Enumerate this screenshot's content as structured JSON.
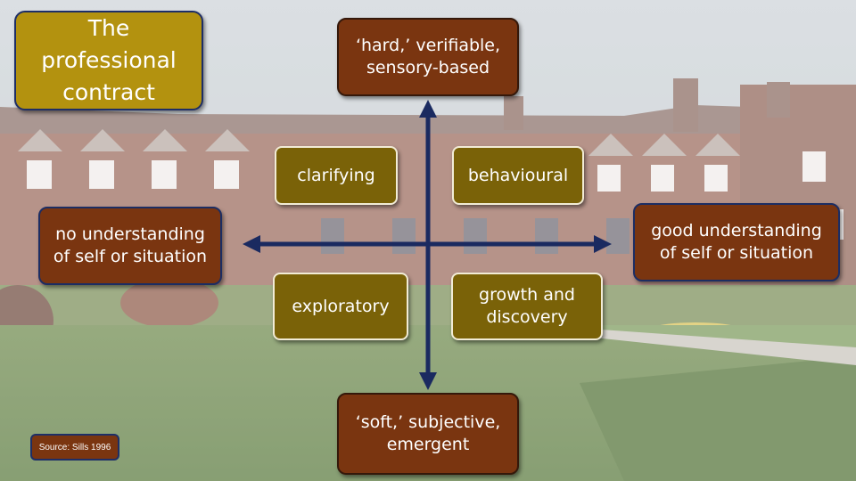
{
  "slide": {
    "title": "The professional contract",
    "top_label": "‘hard,’ verifiable, sensory-based",
    "bottom_label": "‘soft,’ subjective, emergent",
    "left_label": "no understanding of self or situation",
    "right_label": "good understanding of self or situation",
    "quadrants": {
      "top_left": "clarifying",
      "top_right": "behavioural",
      "bottom_left": "exploratory",
      "bottom_right": "growth and discovery"
    },
    "source": "Source: Sills 1996"
  },
  "colors": {
    "arrow": "#1a2a60",
    "brown_box": "#7a3510",
    "olive_box": "#7a6208",
    "title_box": "#b3920f"
  }
}
